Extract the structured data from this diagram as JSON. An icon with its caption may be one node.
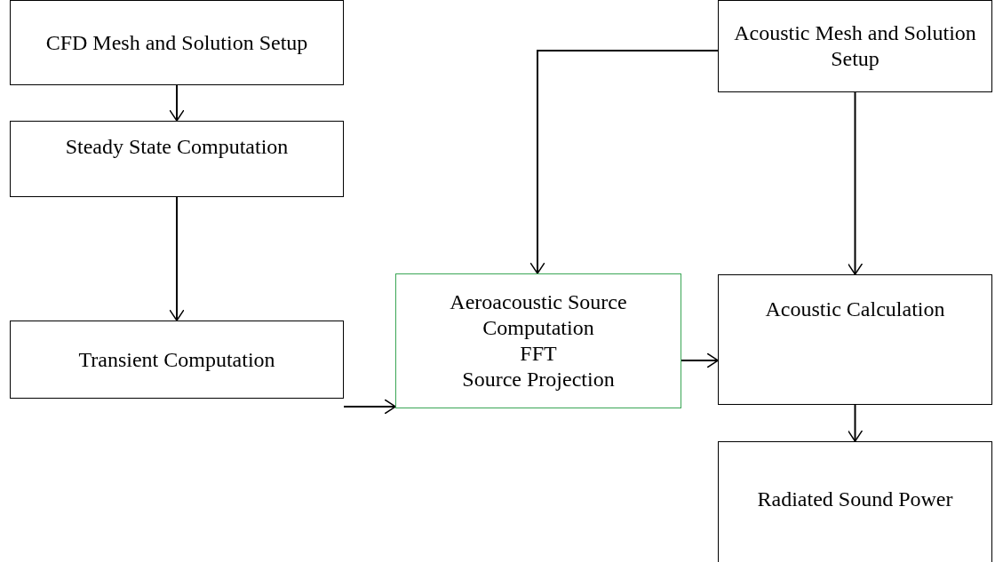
{
  "diagram": {
    "nodes": [
      {
        "text": [
          "CFD Mesh and Solution Setup"
        ]
      },
      {
        "text": [
          "Steady State Computation"
        ]
      },
      {
        "text": [
          "Transient Computation"
        ]
      },
      {
        "text": [
          "Aeroacoustic Source Computation",
          "FFT",
          "Source Projection"
        ]
      },
      {
        "text": [
          "Acoustic Mesh and Solution Setup"
        ]
      },
      {
        "text": [
          "Acoustic Calculation"
        ]
      },
      {
        "text": [
          "Radiated Sound Power"
        ]
      }
    ],
    "edges": [
      {
        "from": 0,
        "to": 1,
        "arrow": "to"
      },
      {
        "from": 1,
        "to": 2,
        "arrow": "to"
      },
      {
        "from": 2,
        "to": 3,
        "arrow": "to"
      },
      {
        "from": 4,
        "to": 3,
        "arrow": "to"
      },
      {
        "from": 4,
        "to": 5,
        "arrow": "to"
      },
      {
        "from": 3,
        "to": 5,
        "arrow": "to"
      },
      {
        "from": 5,
        "to": 6,
        "arrow": "to"
      }
    ]
  }
}
